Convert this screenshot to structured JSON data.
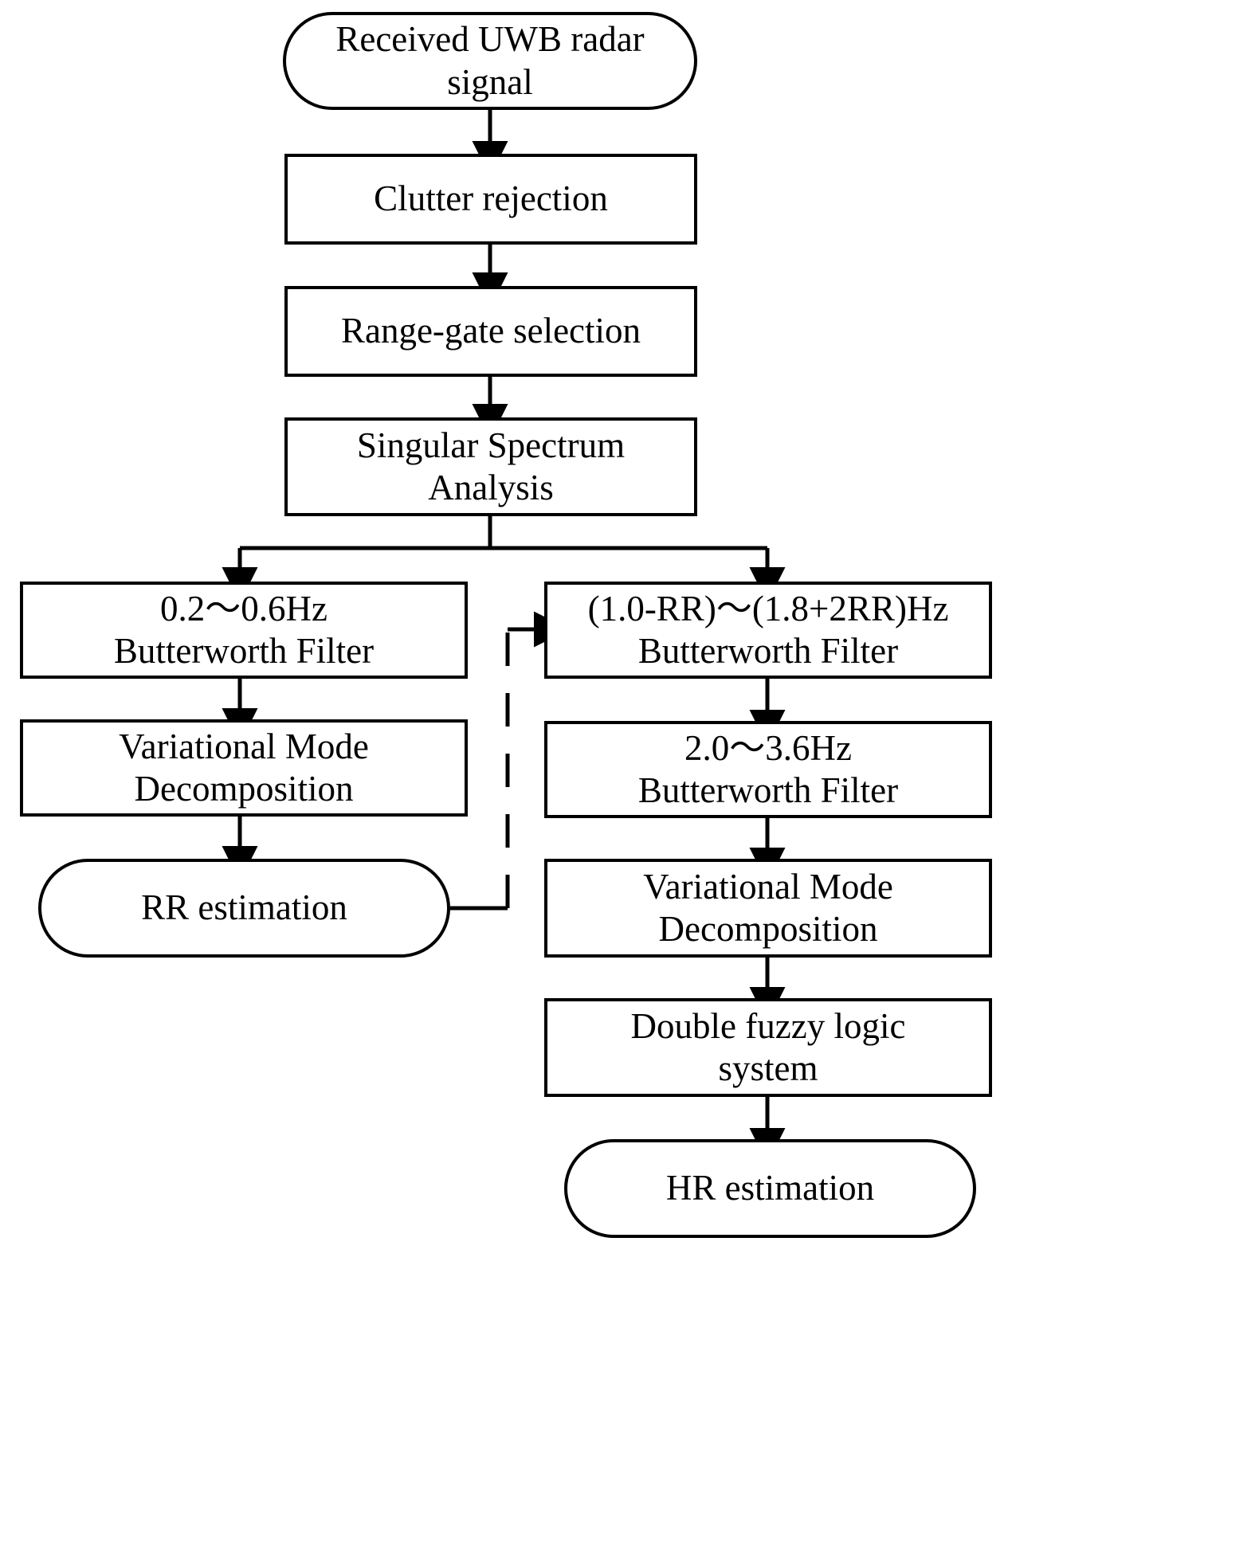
{
  "diagram": {
    "title": "UWB radar vital sign estimation flowchart",
    "type": "flowchart",
    "stroke_color": "#000000",
    "background_color": "#ffffff",
    "nodes": [
      {
        "id": "received",
        "shape": "rounded",
        "label": "Received UWB radar signal"
      },
      {
        "id": "clutter",
        "shape": "rectangle",
        "label": "Clutter rejection"
      },
      {
        "id": "rangegate",
        "shape": "rectangle",
        "label": "Range-gate selection"
      },
      {
        "id": "ssa",
        "shape": "rectangle",
        "label": "Singular Spectrum Analysis"
      },
      {
        "id": "bw_rr",
        "shape": "rectangle",
        "label": "0.2～0.6Hz Butterworth Filter"
      },
      {
        "id": "vmd_rr",
        "shape": "rectangle",
        "label": "Variational Mode Decomposition"
      },
      {
        "id": "rr_est",
        "shape": "rounded",
        "label": "RR estimation"
      },
      {
        "id": "bw_hr1",
        "shape": "rectangle",
        "label": "(1.0-RR)～(1.8+2RR)Hz Butterworth Filter"
      },
      {
        "id": "bw_hr2",
        "shape": "rectangle",
        "label": "2.0～3.6Hz Butterworth Filter"
      },
      {
        "id": "vmd_hr",
        "shape": "rectangle",
        "label": "Variational Mode Decomposition"
      },
      {
        "id": "fuzzy",
        "shape": "rectangle",
        "label": "Double fuzzy logic system"
      },
      {
        "id": "hr_est",
        "shape": "rounded",
        "label": "HR estimation"
      }
    ],
    "node_lines": {
      "received": [
        "Received UWB radar",
        "signal"
      ],
      "clutter": [
        "Clutter rejection"
      ],
      "rangegate": [
        "Range-gate selection"
      ],
      "ssa": [
        "Singular Spectrum",
        "Analysis"
      ],
      "bw_rr": [
        "0.2～0.6Hz",
        "Butterworth Filter"
      ],
      "vmd_rr": [
        "Variational Mode",
        "Decomposition"
      ],
      "rr_est": [
        "RR estimation"
      ],
      "bw_hr1": [
        "(1.0-RR)～(1.8+2RR)Hz",
        "Butterworth Filter"
      ],
      "bw_hr2": [
        "2.0～3.6Hz",
        "Butterworth Filter"
      ],
      "vmd_hr": [
        "Variational Mode",
        "Decomposition"
      ],
      "fuzzy": [
        "Double fuzzy logic",
        "system"
      ],
      "hr_est": [
        "HR estimation"
      ]
    },
    "edges": [
      {
        "from": "received",
        "to": "clutter",
        "style": "solid"
      },
      {
        "from": "clutter",
        "to": "rangegate",
        "style": "solid"
      },
      {
        "from": "rangegate",
        "to": "ssa",
        "style": "solid"
      },
      {
        "from": "ssa",
        "to": "bw_rr",
        "style": "solid"
      },
      {
        "from": "ssa",
        "to": "bw_hr1",
        "style": "solid"
      },
      {
        "from": "bw_rr",
        "to": "vmd_rr",
        "style": "solid"
      },
      {
        "from": "vmd_rr",
        "to": "rr_est",
        "style": "solid"
      },
      {
        "from": "bw_hr1",
        "to": "bw_hr2",
        "style": "solid"
      },
      {
        "from": "bw_hr2",
        "to": "vmd_hr",
        "style": "solid"
      },
      {
        "from": "vmd_hr",
        "to": "fuzzy",
        "style": "solid"
      },
      {
        "from": "fuzzy",
        "to": "hr_est",
        "style": "solid"
      },
      {
        "from": "rr_est",
        "to": "bw_hr1",
        "style": "dashed"
      }
    ]
  }
}
